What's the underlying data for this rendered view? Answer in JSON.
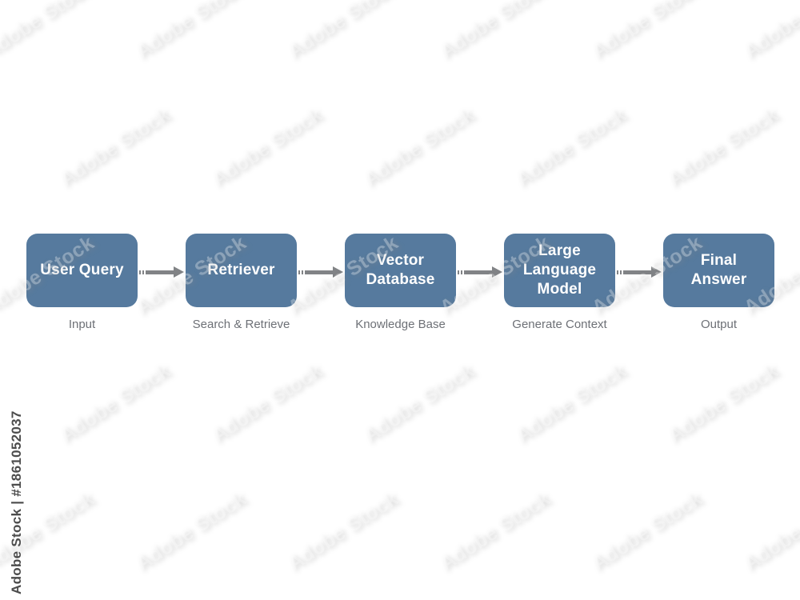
{
  "diagram": {
    "nodes": [
      {
        "title": "User Query",
        "caption": "Input"
      },
      {
        "title": "Retriever",
        "caption": "Search & Retrieve"
      },
      {
        "title": "Vector\nDatabase",
        "caption": "Knowledge Base"
      },
      {
        "title": "Large\nLanguage\nModel",
        "caption": "Generate Context"
      },
      {
        "title": "Final\nAnswer",
        "caption": "Output"
      }
    ],
    "colors": {
      "node_fill": "#567a9e",
      "node_text": "#ffffff",
      "caption_text": "#6d7076",
      "arrow": "#818386",
      "background": "#ffffff"
    }
  },
  "watermark": {
    "tile_text": "Adobe Stock",
    "credit": "Adobe Stock | #1861052037"
  }
}
